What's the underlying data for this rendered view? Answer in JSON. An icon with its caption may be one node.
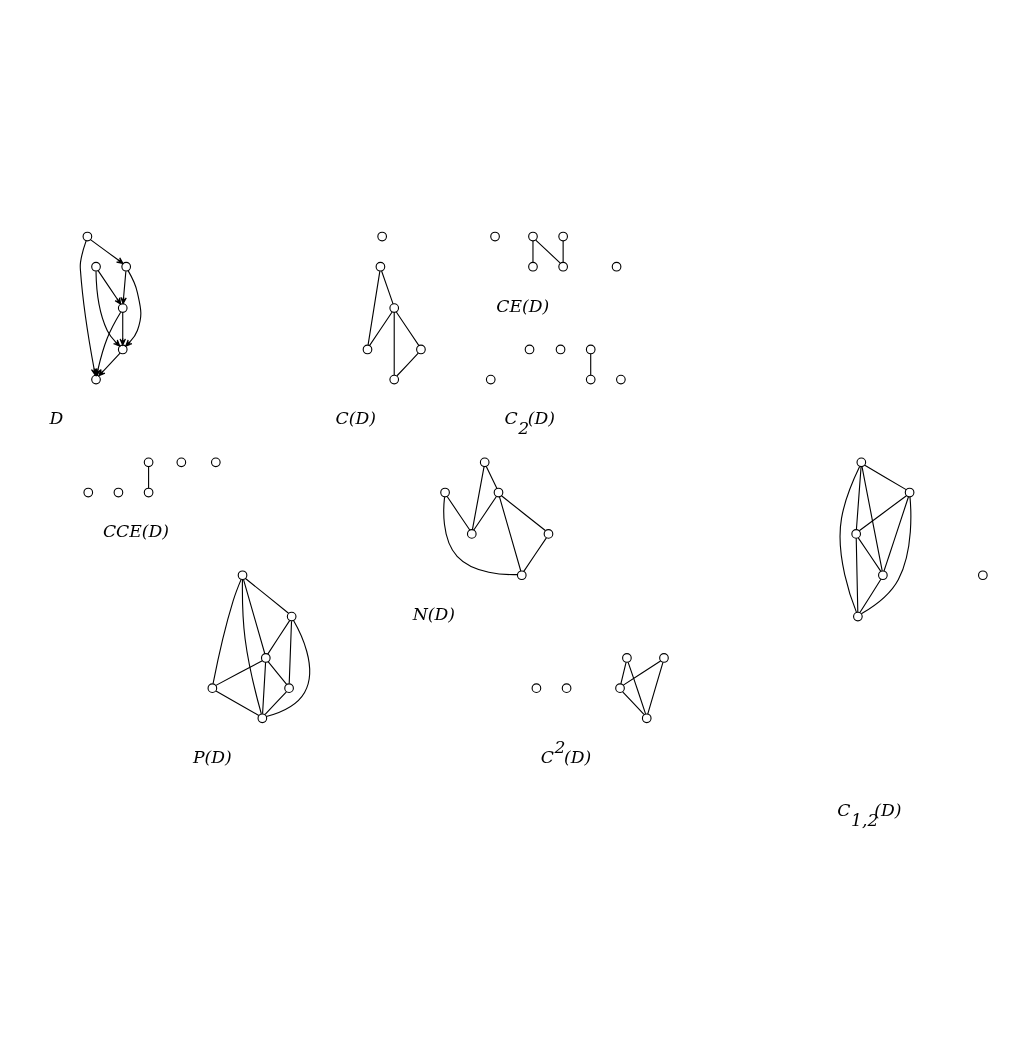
{
  "diagram": {
    "nodes": [
      {
        "text": [],
        "shape": "circle"
      },
      {
        "text": [],
        "shape": "circle"
      },
      {
        "text": [],
        "shape": "circle"
      },
      {
        "text": [],
        "shape": "circle"
      },
      {
        "text": [],
        "shape": "circle"
      },
      {
        "text": [],
        "shape": "circle"
      },
      {
        "text": [],
        "shape": "circle"
      },
      {
        "text": [],
        "shape": "circle"
      },
      {
        "text": [],
        "shape": "circle"
      },
      {
        "text": [],
        "shape": "circle"
      },
      {
        "text": [],
        "shape": "circle"
      },
      {
        "text": [],
        "shape": "circle"
      },
      {
        "text": [],
        "shape": "circle"
      },
      {
        "text": [],
        "shape": "circle"
      },
      {
        "text": [],
        "shape": "circle"
      },
      {
        "text": [],
        "shape": "circle"
      },
      {
        "text": [],
        "shape": "circle"
      },
      {
        "text": [],
        "shape": "circle"
      },
      {
        "text": [],
        "shape": "circle"
      },
      {
        "text": [],
        "shape": "circle"
      },
      {
        "text": [],
        "shape": "circle"
      },
      {
        "text": [],
        "shape": "circle"
      },
      {
        "text": [],
        "shape": "circle"
      },
      {
        "text": [],
        "shape": "circle"
      },
      {
        "text": [],
        "shape": "circle"
      },
      {
        "text": [],
        "shape": "circle"
      },
      {
        "text": [],
        "shape": "circle"
      },
      {
        "text": [],
        "shape": "circle"
      },
      {
        "text": [],
        "shape": "circle"
      },
      {
        "text": [],
        "shape": "circle"
      },
      {
        "text": [],
        "shape": "circle"
      },
      {
        "text": [],
        "shape": "circle"
      },
      {
        "text": [],
        "shape": "circle"
      },
      {
        "text": [],
        "shape": "circle"
      },
      {
        "text": [],
        "shape": "circle"
      },
      {
        "text": [],
        "shape": "circle"
      },
      {
        "text": [],
        "shape": "circle"
      },
      {
        "text": [],
        "shape": "circle"
      },
      {
        "text": [],
        "shape": "circle"
      },
      {
        "text": [],
        "shape": "circle"
      },
      {
        "text": [],
        "shape": "circle"
      },
      {
        "text": [],
        "shape": "circle"
      },
      {
        "text": [],
        "shape": "circle"
      },
      {
        "text": [],
        "shape": "circle"
      },
      {
        "text": [],
        "shape": "circle"
      },
      {
        "text": [],
        "shape": "circle"
      },
      {
        "text": [],
        "shape": "circle"
      },
      {
        "text": [],
        "shape": "circle"
      },
      {
        "text": [],
        "shape": "circle"
      },
      {
        "text": [],
        "shape": "circle"
      },
      {
        "text": [],
        "shape": "circle"
      },
      {
        "text": [],
        "shape": "circle"
      },
      {
        "text": [],
        "shape": "circle"
      },
      {
        "text": [],
        "shape": "circle"
      }
    ],
    "edges": [
      {
        "from": 0,
        "to": 1,
        "arrow": "to"
      },
      {
        "from": 0,
        "to": 4,
        "arrow": "to"
      },
      {
        "from": 1,
        "to": 2,
        "arrow": "to"
      },
      {
        "from": 1,
        "to": 3,
        "arrow": "to"
      },
      {
        "from": 3,
        "to": 2,
        "arrow": "to"
      },
      {
        "from": 3,
        "to": 4,
        "arrow": "to"
      },
      {
        "from": 5,
        "to": 3,
        "arrow": "to"
      },
      {
        "from": 5,
        "to": 2,
        "arrow": "to"
      },
      {
        "from": 2,
        "to": 4,
        "arrow": "to"
      },
      {
        "from": 6,
        "to": 8,
        "arrow": "none"
      },
      {
        "from": 6,
        "to": 9,
        "arrow": "none"
      },
      {
        "from": 9,
        "to": 7,
        "arrow": "none"
      },
      {
        "from": 9,
        "to": 8,
        "arrow": "none"
      },
      {
        "from": 9,
        "to": 11,
        "arrow": "none"
      },
      {
        "from": 11,
        "to": 7,
        "arrow": "none"
      },
      {
        "from": 15,
        "to": 14,
        "arrow": "none"
      },
      {
        "from": 16,
        "to": 13,
        "arrow": "none"
      },
      {
        "from": 16,
        "to": 14,
        "arrow": "none"
      },
      {
        "from": 21,
        "to": 20,
        "arrow": "none"
      },
      {
        "from": 24,
        "to": 26,
        "arrow": "none"
      },
      {
        "from": 24,
        "to": 27,
        "arrow": "none"
      },
      {
        "from": 27,
        "to": 25,
        "arrow": "none"
      },
      {
        "from": 27,
        "to": 26,
        "arrow": "none"
      },
      {
        "from": 27,
        "to": 29,
        "arrow": "none"
      },
      {
        "from": 29,
        "to": 25,
        "arrow": "none"
      },
      {
        "from": 28,
        "to": 25,
        "arrow": "none"
      },
      {
        "from": 28,
        "to": 26,
        "arrow": "none"
      },
      {
        "from": 31,
        "to": 35,
        "arrow": "none"
      },
      {
        "from": 36,
        "to": 37,
        "arrow": "none"
      },
      {
        "from": 36,
        "to": 38,
        "arrow": "none"
      },
      {
        "from": 36,
        "to": 39,
        "arrow": "none"
      },
      {
        "from": 36,
        "to": 40,
        "arrow": "none"
      },
      {
        "from": 37,
        "to": 38,
        "arrow": "none"
      },
      {
        "from": 37,
        "to": 39,
        "arrow": "none"
      },
      {
        "from": 37,
        "to": 41,
        "arrow": "none"
      },
      {
        "from": 39,
        "to": 38,
        "arrow": "none"
      },
      {
        "from": 39,
        "to": 41,
        "arrow": "none"
      },
      {
        "from": 41,
        "to": 38,
        "arrow": "none"
      },
      {
        "from": 40,
        "to": 38,
        "arrow": "none"
      },
      {
        "from": 39,
        "to": 40,
        "arrow": "none"
      },
      {
        "from": 42,
        "to": 43,
        "arrow": "none"
      },
      {
        "from": 42,
        "to": 47,
        "arrow": "none"
      },
      {
        "from": 45,
        "to": 43,
        "arrow": "none"
      },
      {
        "from": 45,
        "to": 47,
        "arrow": "none"
      },
      {
        "from": 43,
        "to": 47,
        "arrow": "none"
      },
      {
        "from": 48,
        "to": 49,
        "arrow": "none"
      },
      {
        "from": 48,
        "to": 50,
        "arrow": "none"
      },
      {
        "from": 48,
        "to": 51,
        "arrow": "none"
      },
      {
        "from": 48,
        "to": 53,
        "arrow": "none"
      },
      {
        "from": 51,
        "to": 49,
        "arrow": "none"
      },
      {
        "from": 51,
        "to": 50,
        "arrow": "none"
      },
      {
        "from": 51,
        "to": 53,
        "arrow": "none"
      },
      {
        "from": 53,
        "to": 49,
        "arrow": "none"
      },
      {
        "from": 53,
        "to": 50,
        "arrow": "none"
      },
      {
        "from": 49,
        "to": 50,
        "arrow": "none"
      }
    ],
    "labels": [
      "D",
      "C(D)",
      "CE(D)",
      "CCE(D)",
      "N(D)",
      "C$_{2}$(D)",
      "P(D)",
      "C$^{2}$(D)",
      "C$_{1,2}$(D)"
    ]
  }
}
